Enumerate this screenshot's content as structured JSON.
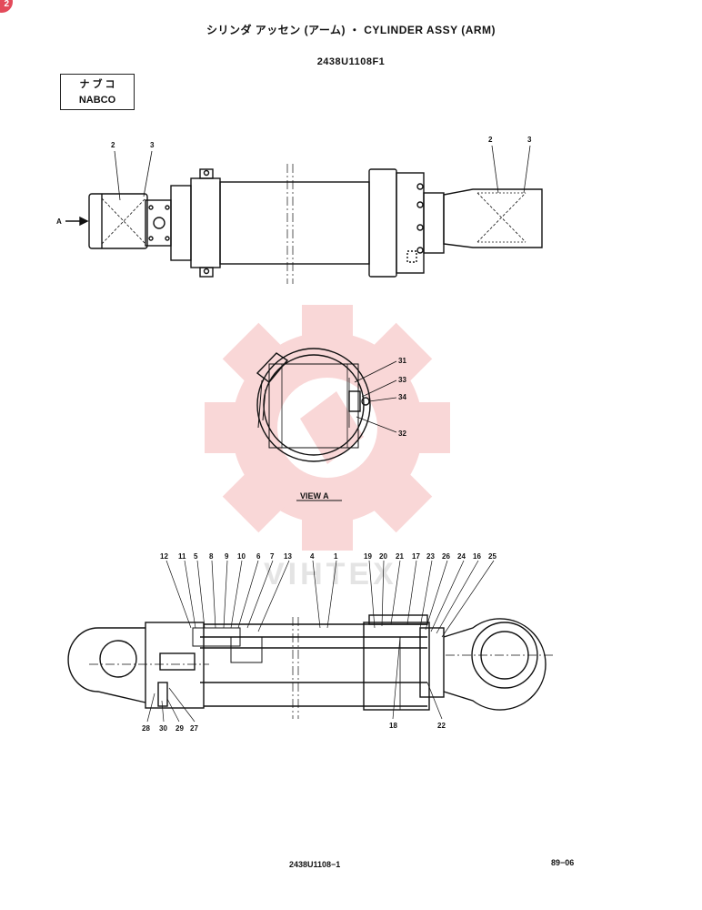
{
  "header": {
    "title": "シリンダ アッセン (アーム)  ・  CYLINDER ASSY (ARM)",
    "part_number": "2438U1108F1"
  },
  "maker": {
    "jp": "ナ ブ コ",
    "en": "NABCO"
  },
  "top_view": {
    "arrow_label": "A",
    "callouts_left": [
      "2",
      "3"
    ],
    "callouts_right": [
      "2",
      "3"
    ]
  },
  "view_a": {
    "caption": "VIEW A",
    "callouts": [
      "31",
      "33",
      "34",
      "32"
    ]
  },
  "section": {
    "callouts_top": [
      "12",
      "11",
      "5",
      "8",
      "9",
      "10",
      "6",
      "7",
      "13",
      "4",
      "1",
      "19",
      "20",
      "21",
      "17",
      "23",
      "26",
      "24",
      "16",
      "25"
    ],
    "callouts_bottom": [
      "28",
      "30",
      "29",
      "27",
      "18",
      "22"
    ]
  },
  "watermark": {
    "text": "VIHTEX",
    "color": "#f2b8b8"
  },
  "corner_badge": "2",
  "footer": {
    "code": "2438U1108−1",
    "date": "89−06"
  }
}
